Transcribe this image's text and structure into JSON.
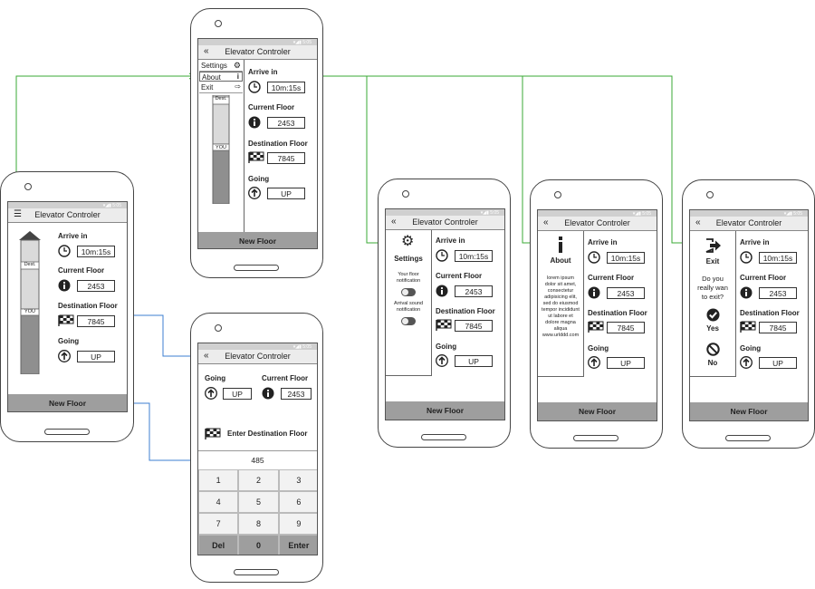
{
  "app_title": "Elevator Controler",
  "labels": {
    "arrive_in": "Arrive in",
    "current_floor": "Current Floor",
    "destination_floor": "Destination Floor",
    "going": "Going",
    "new_floor": "New Floor"
  },
  "values": {
    "arrive_time": "10m:15s",
    "current_floor": "2453",
    "destination_floor": "7845",
    "direction": "UP"
  },
  "shaft": {
    "dest_label": "Dest.",
    "you_label": "YOU"
  },
  "menu": {
    "settings": "Settings",
    "about": "About",
    "exit": "Exit"
  },
  "settings_panel": {
    "title": "Settings",
    "floor_notification": "Your floor notification",
    "arrival_sound": "Arrival sound notification"
  },
  "about_panel": {
    "title": "About",
    "text": "lorem ipsum dolor sit amet, consectetur adipisicing elit, sed do eiusmod tempor incididunt ut labore et dolore magna aliqua",
    "url": "www.urlddd.com"
  },
  "exit_panel": {
    "title": "Exit",
    "question": "Do you really wan to exit?",
    "yes": "Yes",
    "no": "No"
  },
  "keypad": {
    "enter_destination": "Enter Destination Floor",
    "entered_value": "485",
    "keys": [
      "1",
      "2",
      "3",
      "4",
      "5",
      "6",
      "7",
      "8",
      "9",
      "Del",
      "0",
      "Enter"
    ]
  },
  "icons": {
    "clock": "clock-icon",
    "info": "info-icon",
    "flag": "checkered-flag-icon",
    "up": "up-arrow-icon",
    "gear": "gear-icon",
    "exit": "exit-arrow-icon",
    "hamburger": "hamburger-menu-icon",
    "back": "double-chevron-left-icon"
  },
  "colors": {
    "flow_green": "#3aaa35",
    "flow_blue": "#3c7fd0",
    "bottom_bar": "#9e9e9e"
  }
}
